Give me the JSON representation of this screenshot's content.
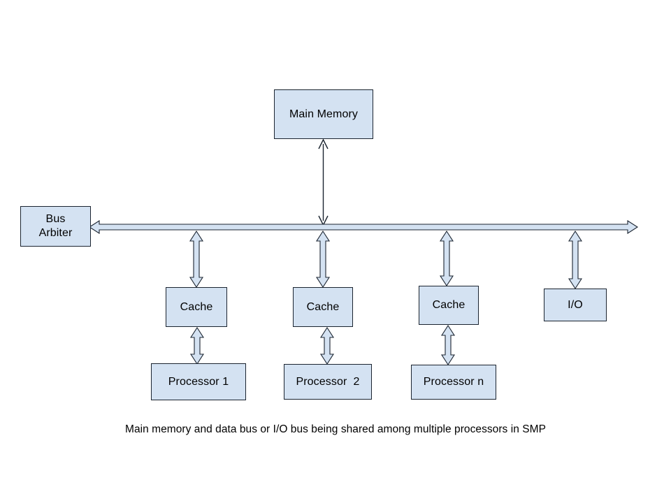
{
  "diagram": {
    "title": "Main memory and data bus or I/O bus being shared among multiple processors in SMP",
    "colors": {
      "node_fill": "#d4e2f2",
      "node_stroke": "#1b2430",
      "background": "#ffffff",
      "text": "#000000"
    },
    "nodes": {
      "main_memory": {
        "label": "Main Memory"
      },
      "bus_arbiter": {
        "label": "Bus\nArbiter"
      },
      "cache_1": {
        "label": "Cache"
      },
      "cache_2": {
        "label": "Cache"
      },
      "cache_3": {
        "label": "Cache"
      },
      "io": {
        "label": "I/O"
      },
      "processor_1": {
        "label": "Processor 1"
      },
      "processor_2": {
        "label": "Processor  2"
      },
      "processor_n": {
        "label": "Processor n"
      }
    },
    "connectors": [
      {
        "name": "main-memory-to-bus",
        "kind": "thin-double-arrow",
        "orientation": "vertical"
      },
      {
        "name": "shared-bus",
        "kind": "block-double-arrow",
        "orientation": "horizontal"
      },
      {
        "name": "bus-to-cache-1",
        "kind": "block-double-arrow",
        "orientation": "vertical"
      },
      {
        "name": "bus-to-cache-2",
        "kind": "block-double-arrow",
        "orientation": "vertical"
      },
      {
        "name": "bus-to-cache-3",
        "kind": "block-double-arrow",
        "orientation": "vertical"
      },
      {
        "name": "bus-to-io",
        "kind": "block-double-arrow",
        "orientation": "vertical"
      },
      {
        "name": "cache-1-to-processor-1",
        "kind": "block-double-arrow",
        "orientation": "vertical"
      },
      {
        "name": "cache-2-to-processor-2",
        "kind": "block-double-arrow",
        "orientation": "vertical"
      },
      {
        "name": "cache-3-to-processor-n",
        "kind": "block-double-arrow",
        "orientation": "vertical"
      }
    ]
  }
}
